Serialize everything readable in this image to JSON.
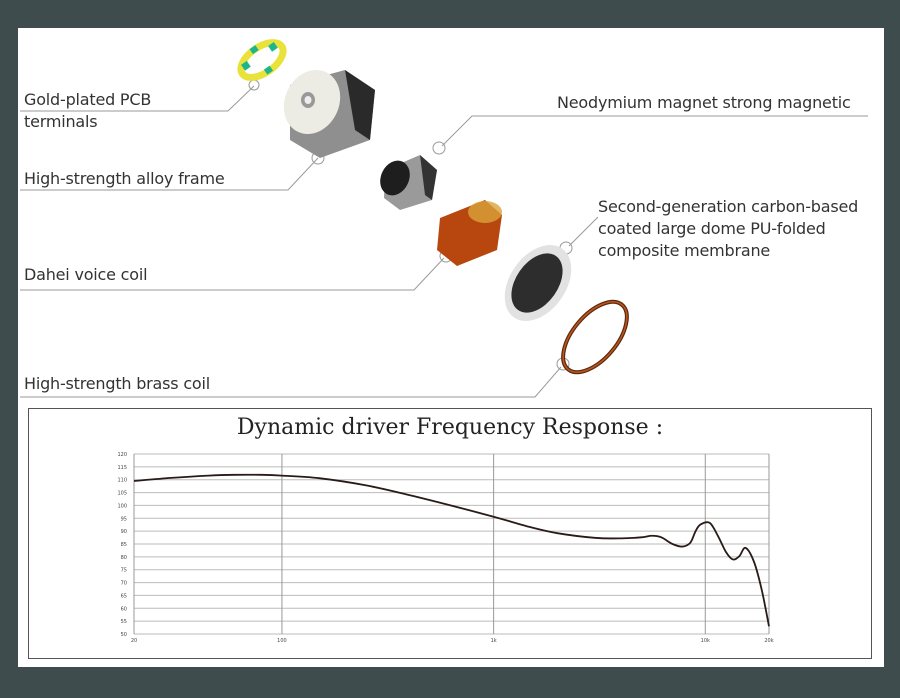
{
  "labels": {
    "pcb": [
      "Gold-plated PCB",
      "terminals"
    ],
    "frame": "High-strength alloy frame",
    "magnet": "Neodymium magnet strong magnetic",
    "membrane": [
      "Second-generation carbon-based",
      "coated large dome PU-folded",
      "composite membrane"
    ],
    "voice_coil": "Dahei voice coil",
    "brass_coil": "High-strength brass coil"
  },
  "colors": {
    "background": "#3e4c4d",
    "curve": "#2a1a18",
    "grid": "#bbbbbb"
  },
  "chart_data": {
    "type": "line",
    "title": "Dynamic driver Frequency Response :",
    "xscale": "log",
    "xlim": [
      20,
      20000
    ],
    "ylim": [
      50,
      120
    ],
    "x_ticks": [
      {
        "v": 20,
        "label": "20"
      },
      {
        "v": 100,
        "label": "100"
      },
      {
        "v": 1000,
        "label": "1k"
      },
      {
        "v": 10000,
        "label": "10k"
      },
      {
        "v": 20000,
        "label": "20k"
      }
    ],
    "y_ticks": [
      120,
      115,
      110,
      105,
      100,
      95,
      90,
      85,
      80,
      75,
      70,
      65,
      60,
      55,
      50
    ],
    "grid": true,
    "series": [
      {
        "name": "Frequency response",
        "x": [
          20,
          30,
          45,
          60,
          80,
          100,
          150,
          250,
          400,
          600,
          1000,
          1500,
          2000,
          3000,
          4000,
          5000,
          5600,
          6200,
          7000,
          7800,
          8500,
          9000,
          9500,
          10500,
          11500,
          12500,
          13500,
          14500,
          15500,
          17000,
          18500,
          20000
        ],
        "y": [
          109.5,
          110.7,
          111.6,
          111.9,
          111.9,
          111.6,
          110.6,
          107.8,
          104,
          100.4,
          95.6,
          91.5,
          89.2,
          87.4,
          87.2,
          87.6,
          88.2,
          87.6,
          85,
          84,
          85.5,
          90,
          92.6,
          93.2,
          88,
          82,
          79,
          80.3,
          83.5,
          78,
          67,
          53
        ]
      }
    ]
  }
}
